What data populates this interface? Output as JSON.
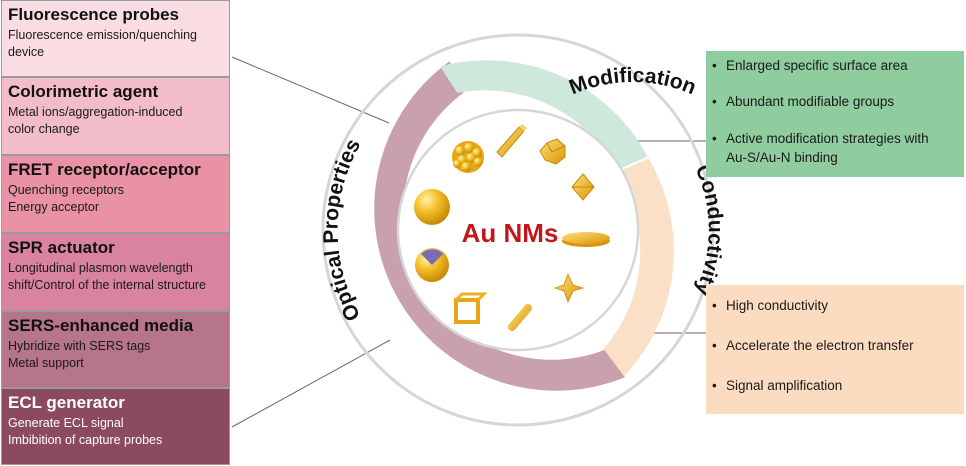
{
  "left_boxes": [
    {
      "title": "Fluorescence probes",
      "lines": [
        "Fluorescence emission/quenching",
        "device"
      ]
    },
    {
      "title": "Colorimetric agent",
      "lines": [
        "Metal ions/aggregation-induced",
        "color change"
      ]
    },
    {
      "title": "FRET receptor/acceptor",
      "lines": [
        "Quenching receptors",
        "Energy acceptor"
      ]
    },
    {
      "title": "SPR actuator",
      "lines": [
        "Longitudinal plasmon wavelength",
        "shift/Control of the internal structure"
      ]
    },
    {
      "title": "SERS-enhanced media",
      "lines": [
        "Hybridize with SERS tags",
        "Metal support"
      ]
    },
    {
      "title": "ECL generator",
      "lines": [
        "Generate ECL signal",
        "Imbibition of capture probes"
      ]
    }
  ],
  "ring": {
    "center_label": "Au NMs",
    "segments": {
      "modification": "Modification",
      "conductivity": "Conductivity",
      "optical": "Optical Properties"
    }
  },
  "modification_box": {
    "items": [
      "Enlarged specific surface area",
      "Abundant modifiable groups",
      "Active modification strategies with",
      "Au-S/Au-N binding"
    ]
  },
  "conductivity_box": {
    "items": [
      "High conductivity",
      "Accelerate the electron transfer",
      "Signal amplification"
    ]
  },
  "colors": {
    "modification": "#cfe8dc",
    "conductivity": "#fbe0c8",
    "optical": "#c9a0ad",
    "mod_box": "#8fcc9e",
    "cond_box": "#fbdcc0",
    "center_text": "#c0181a",
    "gold": "#f2b01e"
  }
}
